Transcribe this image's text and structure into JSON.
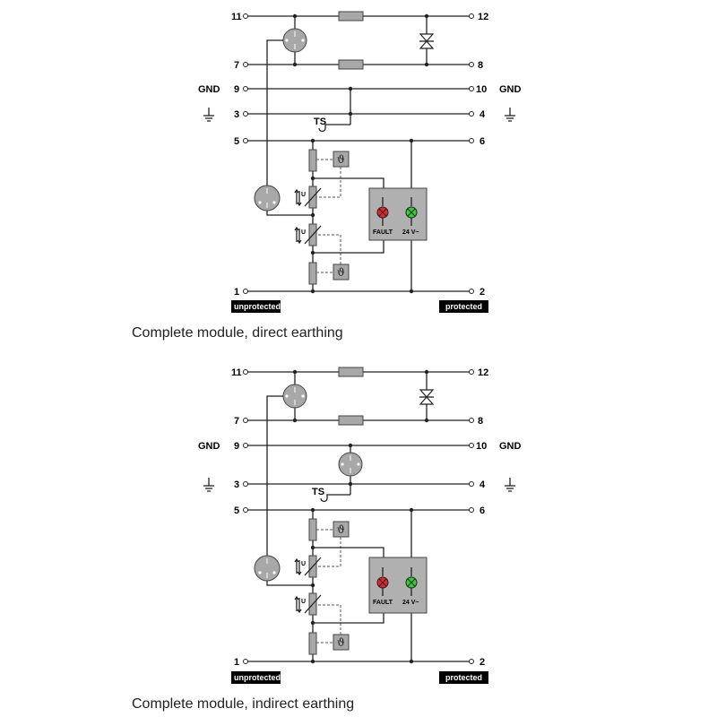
{
  "diagrams": [
    {
      "terminals": {
        "t11": "11",
        "t12": "12",
        "t7": "7",
        "t8": "8",
        "t9": "9",
        "t10": "10",
        "t3": "3",
        "t4": "4",
        "t5": "5",
        "t6": "6",
        "t1": "1",
        "t2": "2"
      },
      "gnd_left": "GND",
      "gnd_right": "GND",
      "ts_label": "TS",
      "fault_label": "FAULT",
      "voltage_label": "24 V~",
      "unprotected": "unprotected",
      "protected": "protected",
      "caption": "Complete module, direct earthing",
      "earthing": "direct"
    },
    {
      "terminals": {
        "t11": "11",
        "t12": "12",
        "t7": "7",
        "t8": "8",
        "t9": "9",
        "t10": "10",
        "t3": "3",
        "t4": "4",
        "t5": "5",
        "t6": "6",
        "t1": "1",
        "t2": "2"
      },
      "gnd_left": "GND",
      "gnd_right": "GND",
      "ts_label": "TS",
      "fault_label": "FAULT",
      "voltage_label": "24 V~",
      "unprotected": "unprotected",
      "protected": "protected",
      "caption": "Complete module, indirect earthing",
      "earthing": "indirect"
    }
  ],
  "icons": {
    "ground": "ground-icon",
    "gas_discharge_tube": "gas-discharge-tube-icon",
    "resistor": "resistor-icon",
    "tvs_diode": "tvs-diode-icon",
    "varistor": "varistor-icon",
    "thermal_fuse": "thermal-disconnector-icon",
    "fault_led": "fault-led-icon",
    "power_led": "power-led-icon"
  },
  "colors": {
    "component_fill": "#a8a8a8",
    "fault_led": "#e3242b",
    "power_led": "#2fd12f",
    "tag_bg": "#000000"
  }
}
